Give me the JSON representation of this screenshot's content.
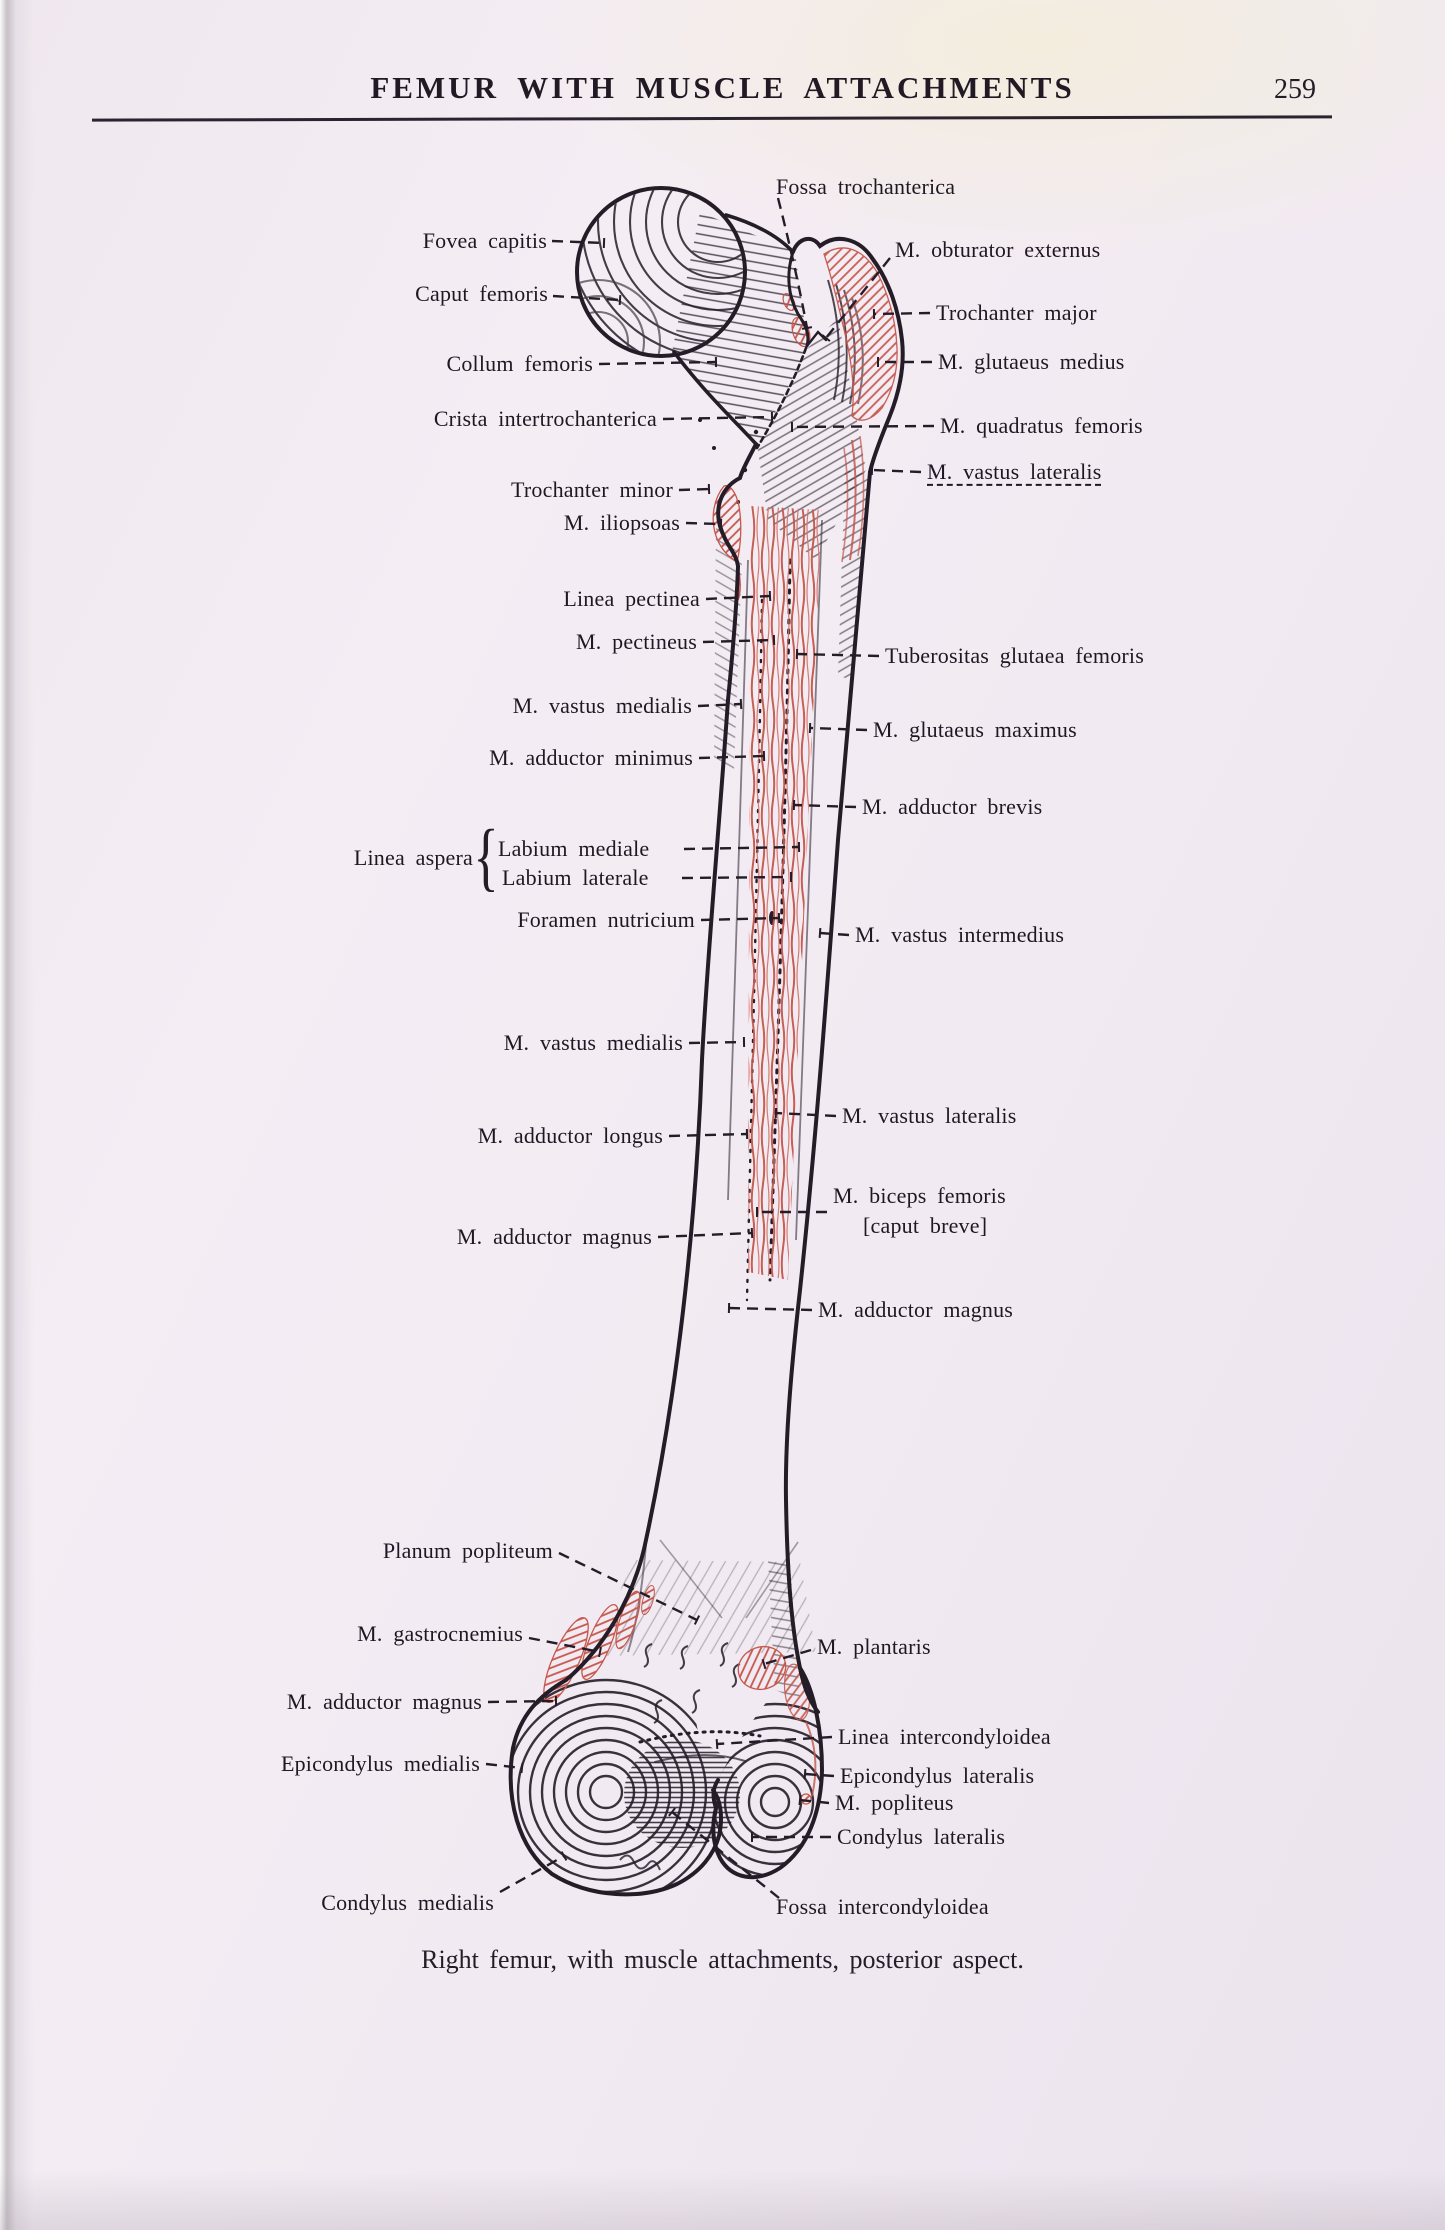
{
  "page": {
    "header": {
      "title": "FEMUR WITH MUSCLE ATTACHMENTS",
      "page_number": "259"
    },
    "caption": "Right femur, with muscle attachments, posterior aspect."
  },
  "figure": {
    "linea_aspera_brace": "{",
    "annotations_left": [
      {
        "text": "Fovea capitis"
      },
      {
        "text": "Caput femoris"
      },
      {
        "text": "Collum femoris"
      },
      {
        "text": "Crista intertrochanterica"
      },
      {
        "text": "Trochanter minor"
      },
      {
        "text": "M. iliopsoas"
      },
      {
        "text": "Linea pectinea"
      },
      {
        "text": "M. pectineus"
      },
      {
        "text": "M. vastus medialis"
      },
      {
        "text": "M. adductor minimus"
      },
      {
        "text": "Linea aspera"
      },
      {
        "text": "Labium mediale"
      },
      {
        "text": "Labium laterale"
      },
      {
        "text": "Foramen nutricium"
      },
      {
        "text": "M. vastus medialis"
      },
      {
        "text": "M. adductor longus"
      },
      {
        "text": "M. adductor magnus"
      },
      {
        "text": "Planum popliteum"
      },
      {
        "text": "M. gastrocnemius"
      },
      {
        "text": "M. adductor magnus"
      },
      {
        "text": "Epicondylus medialis"
      },
      {
        "text": "Condylus medialis"
      }
    ],
    "annotations_right": [
      {
        "text": "Fossa trochanterica"
      },
      {
        "text": "M. obturator externus"
      },
      {
        "text": "Trochanter major"
      },
      {
        "text": "M. glutaeus medius"
      },
      {
        "text": "M. quadratus femoris"
      },
      {
        "text": "M. vastus lateralis"
      },
      {
        "text": "Tuberositas glutaea femoris"
      },
      {
        "text": "M. glutaeus maximus"
      },
      {
        "text": "M. adductor brevis"
      },
      {
        "text": "M. vastus intermedius"
      },
      {
        "text": "M. vastus lateralis"
      },
      {
        "text": "M. biceps femoris"
      },
      {
        "text": "[caput breve]"
      },
      {
        "text": "M. adductor magnus"
      },
      {
        "text": "M. plantaris"
      },
      {
        "text": "Linea intercondyloidea"
      },
      {
        "text": "Epicondylus lateralis"
      },
      {
        "text": "M. popliteus"
      },
      {
        "text": "Condylus lateralis"
      },
      {
        "text": "Fossa intercondyloidea"
      }
    ]
  },
  "colors": {
    "paper": "#f2ebf3",
    "ink": "#241d28",
    "attachment_red": "#c6574b"
  }
}
